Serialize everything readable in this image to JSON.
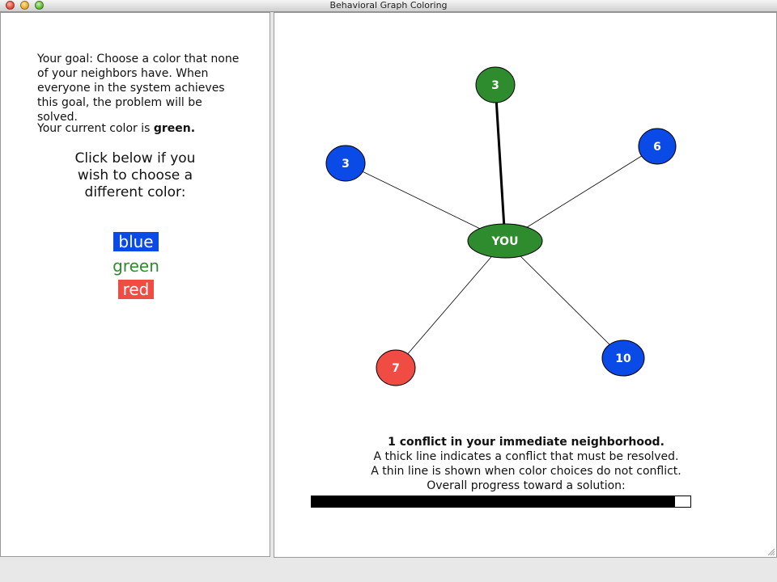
{
  "window": {
    "title": "Behavioral Graph Coloring"
  },
  "left": {
    "goal_text": "Your goal: Choose a color that none of your neighbors have. When everyone in the system achieves this goal, the problem will be solved.",
    "current_prefix": "Your current color is ",
    "current_color": "green.",
    "instruction": "Click below if you wish to choose a different color:",
    "options": {
      "blue": "blue",
      "green": "green",
      "red": "red"
    }
  },
  "graph": {
    "center": {
      "label": "YOU",
      "color": "#2e8b2e"
    },
    "nodes": [
      {
        "label": "3",
        "color": "#2e8b2e",
        "conflict": true
      },
      {
        "label": "6",
        "color": "#0a4ae6",
        "conflict": false
      },
      {
        "label": "3",
        "color": "#0a4ae6",
        "conflict": false
      },
      {
        "label": "7",
        "color": "#f04c43",
        "conflict": false
      },
      {
        "label": "10",
        "color": "#0a4ae6",
        "conflict": false
      }
    ]
  },
  "status": {
    "conflict_line": "1 conflict in your immediate neighborhood.",
    "line1": "A thick line indicates a conflict that must be resolved.",
    "line2": "A thin line is shown when color choices do not conflict.",
    "line3": "Overall progress toward a solution:",
    "progress_fraction": 0.96
  }
}
